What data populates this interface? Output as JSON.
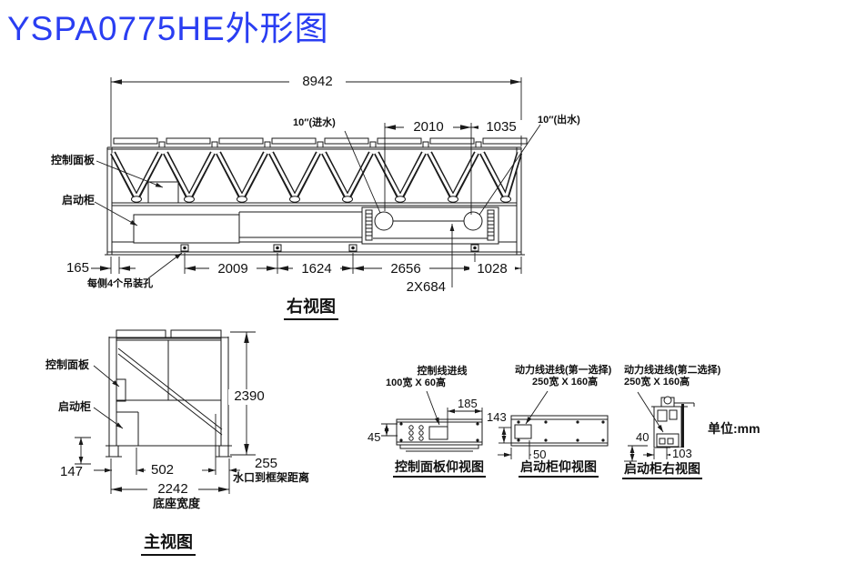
{
  "page": {
    "title": "YSPA0775HE外形图",
    "title_color": "#2a3ef2",
    "units_note": "单位:mm"
  },
  "right_view": {
    "title": "右视图",
    "labels": {
      "control_panel": "控制面板",
      "starter_cabinet": "启动柜",
      "inlet": "10″(进水)",
      "outlet": "10″(出水)",
      "lifting_holes": "每侧4个吊装孔"
    },
    "dims": {
      "total_length": "8942",
      "inlet_span": "2010",
      "outlet_span": "1035",
      "left_offset": "165",
      "span1": "2009",
      "span2": "1624",
      "span3": "2656",
      "span4": "1028",
      "ports": "2X684"
    }
  },
  "front_view": {
    "title": "主视图",
    "labels": {
      "control_panel": "控制面板",
      "starter_cabinet": "启动柜",
      "base_width_label": "底座宽度",
      "port_to_frame": "水口到框架距离"
    },
    "dims": {
      "height": "2390",
      "d147": "147",
      "d502": "502",
      "base_width": "2242",
      "d255": "255"
    }
  },
  "details": {
    "control_panel_bottom": {
      "title": "控制面板仰视图",
      "note1": "控制线进线",
      "note2": "100宽 X 60高",
      "d185": "185",
      "d45": "45"
    },
    "starter_bottom": {
      "title": "启动柜仰视图",
      "note1": "动力线进线(第一选择)",
      "note2": "250宽 X 160高",
      "d143": "143",
      "d50": "50"
    },
    "starter_right": {
      "title": "启动柜右视图",
      "note1": "动力线进线(第二选择)",
      "note2": "250宽 X 160高",
      "d40": "40",
      "d103": "103"
    }
  }
}
